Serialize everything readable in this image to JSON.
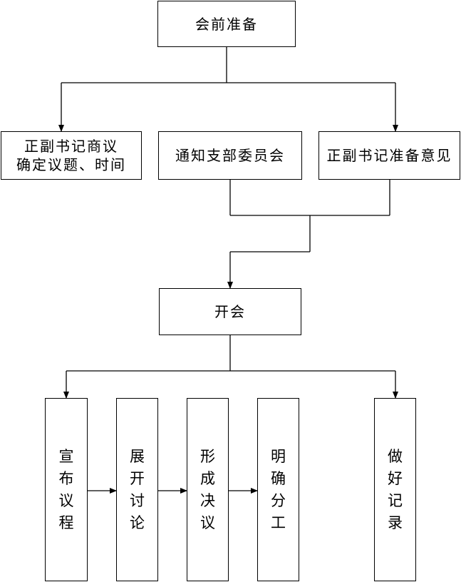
{
  "diagram": {
    "prep": {
      "label": "会前准备"
    },
    "secretaries_discuss": {
      "line1": "正副书记商议",
      "line2": "确定议题、时间"
    },
    "notify_committee": {
      "label": "通知支部委员会"
    },
    "secretaries_prepare": {
      "label": "正副书记准备意见"
    },
    "meeting": {
      "label": "开会"
    },
    "steps": [
      {
        "chars": [
          "宣",
          "布",
          "议",
          "程"
        ]
      },
      {
        "chars": [
          "展",
          "开",
          "讨",
          "论"
        ]
      },
      {
        "chars": [
          "形",
          "成",
          "决",
          "议"
        ]
      },
      {
        "chars": [
          "明",
          "确",
          "分",
          "工"
        ]
      },
      {
        "chars": [
          "做",
          "好",
          "记",
          "录"
        ]
      }
    ]
  }
}
